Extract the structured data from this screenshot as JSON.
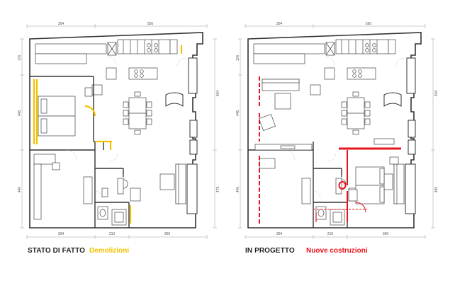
{
  "plans": [
    {
      "title": "STATO DI FATTO",
      "legend": "Demolizioni",
      "legend_color": "#f2c200",
      "dims_top": [
        "304",
        "550"
      ],
      "dims_bottom": [
        "304",
        "210",
        "360"
      ],
      "dims_left": [
        "176",
        "445",
        "440"
      ],
      "dims_right": [
        "604",
        "479"
      ]
    },
    {
      "title": "IN PROGETTO",
      "legend": "Nuove costruzioni",
      "legend_color": "#e8141c",
      "dims_top": [
        "304",
        "550"
      ],
      "dims_bottom": [
        "304",
        "210",
        "360"
      ],
      "dims_left": [
        "176",
        "445",
        "440"
      ],
      "dims_right": [
        "604",
        "480"
      ]
    }
  ]
}
